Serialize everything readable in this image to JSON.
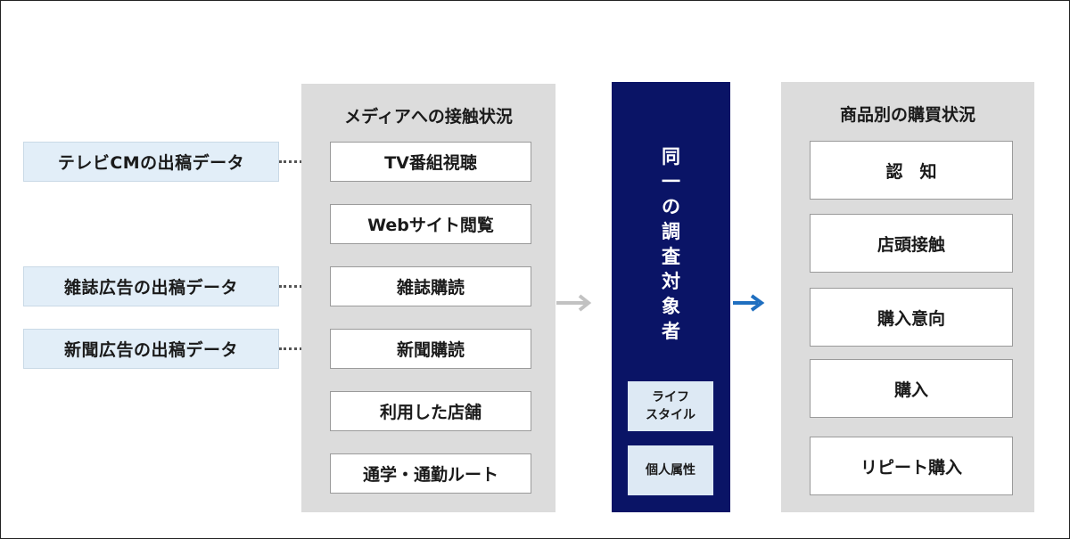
{
  "sources": [
    {
      "label": "テレビCMの出稿データ"
    },
    {
      "label": "雑誌広告の出稿データ"
    },
    {
      "label": "新聞広告の出稿データ"
    }
  ],
  "media_panel": {
    "title": "メディアへの接触状況",
    "items": [
      "TV番組視聴",
      "Webサイト閲覧",
      "雑誌購読",
      "新聞購読",
      "利用した店舗",
      "通学・通勤ルート"
    ]
  },
  "target_panel": {
    "title_chars": [
      "同",
      "一",
      "の",
      "調",
      "査",
      "対",
      "象",
      "者"
    ],
    "attributes": [
      {
        "line1": "ライフ",
        "line2": "スタイル"
      },
      {
        "line1": "個人属性",
        "line2": ""
      }
    ]
  },
  "purchase_panel": {
    "title": "商品別の購買状況",
    "items": [
      "認　知",
      "店頭接触",
      "購入意向",
      "購入",
      "リピート購入"
    ]
  },
  "colors": {
    "source_fill": "#e2eef8",
    "panel_gray": "#dcdcdc",
    "target_navy": "#0a1466",
    "arrow_gray": "#c2c2c2",
    "arrow_blue": "#1f6fc0"
  }
}
